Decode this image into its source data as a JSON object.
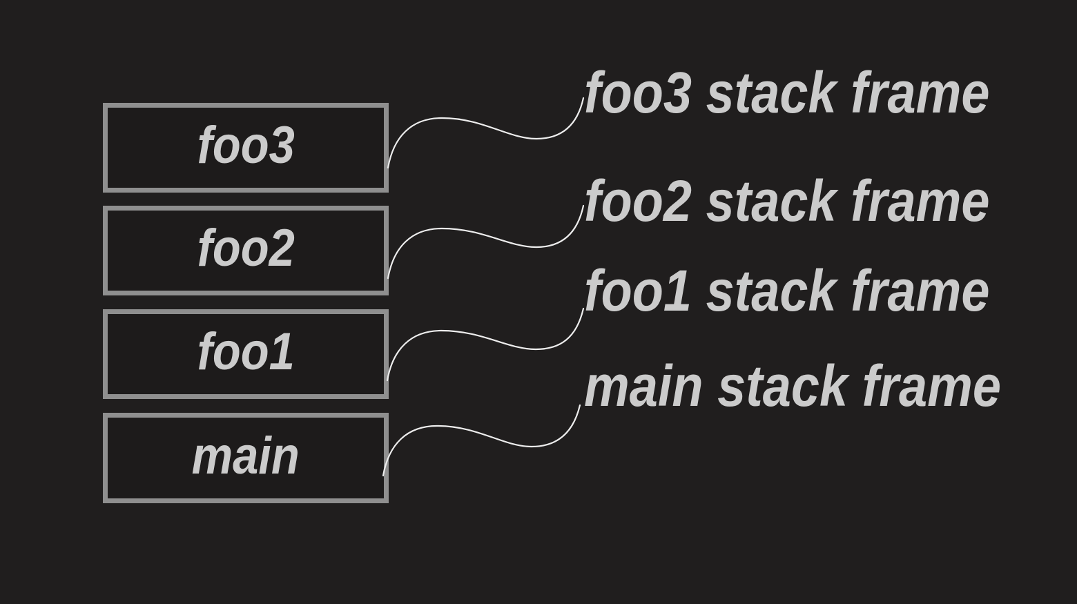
{
  "stack": {
    "boxes": [
      {
        "label": "foo3"
      },
      {
        "label": "foo2"
      },
      {
        "label": "foo1"
      },
      {
        "label": "main"
      }
    ]
  },
  "annotations": [
    {
      "label": "foo3 stack frame"
    },
    {
      "label": "foo2 stack frame"
    },
    {
      "label": "foo1 stack frame"
    },
    {
      "label": "main stack frame"
    }
  ],
  "colors": {
    "background": "#201e1e",
    "box_fill": "#1d1b1b",
    "box_border": "#8f8f8f",
    "text": "#cbcbcb",
    "connector": "#ededed"
  }
}
